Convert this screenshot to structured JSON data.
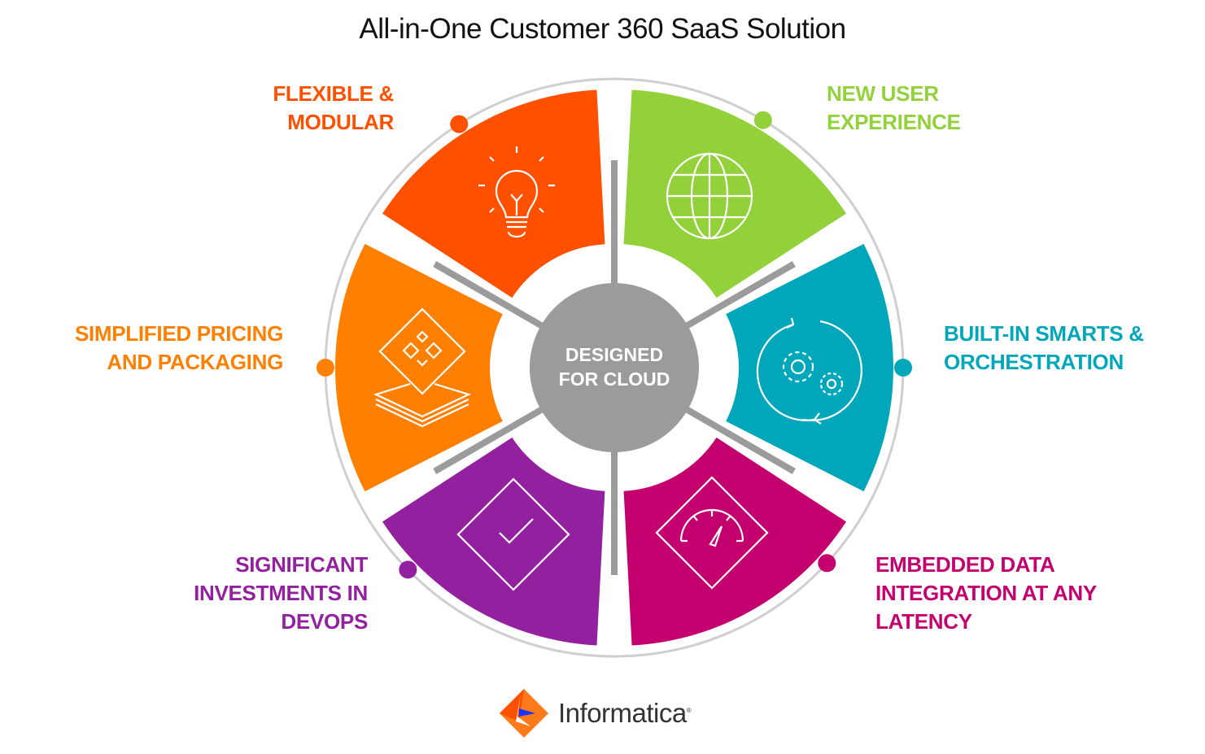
{
  "title": "All-in-One Customer 360 SaaS Solution",
  "center": {
    "line1": "DESIGNED",
    "line2": "FOR CLOUD",
    "color": "#9b9b9b"
  },
  "segments": [
    {
      "id": "flexible",
      "lines": [
        "FLEXIBLE &",
        "MODULAR"
      ],
      "color": "#ff5000",
      "icon": "lightbulb-icon"
    },
    {
      "id": "new-ux",
      "lines": [
        "NEW USER",
        "EXPERIENCE"
      ],
      "color": "#93d13b",
      "icon": "globe-icon"
    },
    {
      "id": "smarts",
      "lines": [
        "BUILT-IN SMARTS &",
        "ORCHESTRATION"
      ],
      "color": "#00a7bb",
      "icon": "gears-cycle-icon"
    },
    {
      "id": "embedded",
      "lines": [
        "EMBEDDED DATA",
        "INTEGRATION AT ANY",
        "LATENCY"
      ],
      "color": "#c4006f",
      "icon": "speedometer-icon"
    },
    {
      "id": "devops",
      "lines": [
        "SIGNIFICANT",
        "INVESTMENTS IN",
        "DEVOPS"
      ],
      "color": "#93209e",
      "icon": "checkmark-diamond-icon"
    },
    {
      "id": "pricing",
      "lines": [
        "SIMPLIFIED PRICING",
        "AND PACKAGING"
      ],
      "color": "#ff7f00",
      "icon": "layers-icon"
    }
  ],
  "logo": {
    "text": "Informatica",
    "mark": "®"
  }
}
